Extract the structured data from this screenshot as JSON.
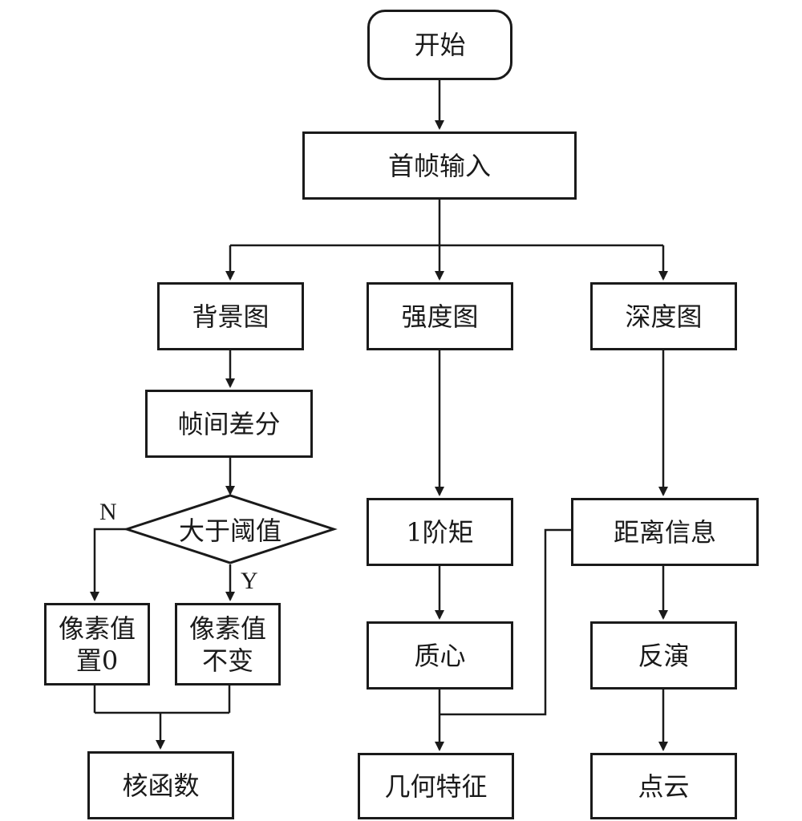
{
  "nodes": {
    "start": "开始",
    "first_frame_input": "首帧输入",
    "background_map": "背景图",
    "intensity_map": "强度图",
    "depth_map": "深度图",
    "frame_difference": "帧间差分",
    "decision": "大于阈值",
    "pixel_zero_line1": "像素值",
    "pixel_zero_line2": "置0",
    "pixel_unchanged_line1": "像素值",
    "pixel_unchanged_line2": "不变",
    "kernel_function": "核函数",
    "first_moment": "1阶矩",
    "centroid": "质心",
    "geometric_features": "几何特征",
    "distance_info": "距离信息",
    "inversion": "反演",
    "point_cloud": "点云"
  },
  "branch_labels": {
    "no": "N",
    "yes": "Y"
  },
  "colors": {
    "stroke": "#1a1a1a",
    "background": "#ffffff"
  }
}
